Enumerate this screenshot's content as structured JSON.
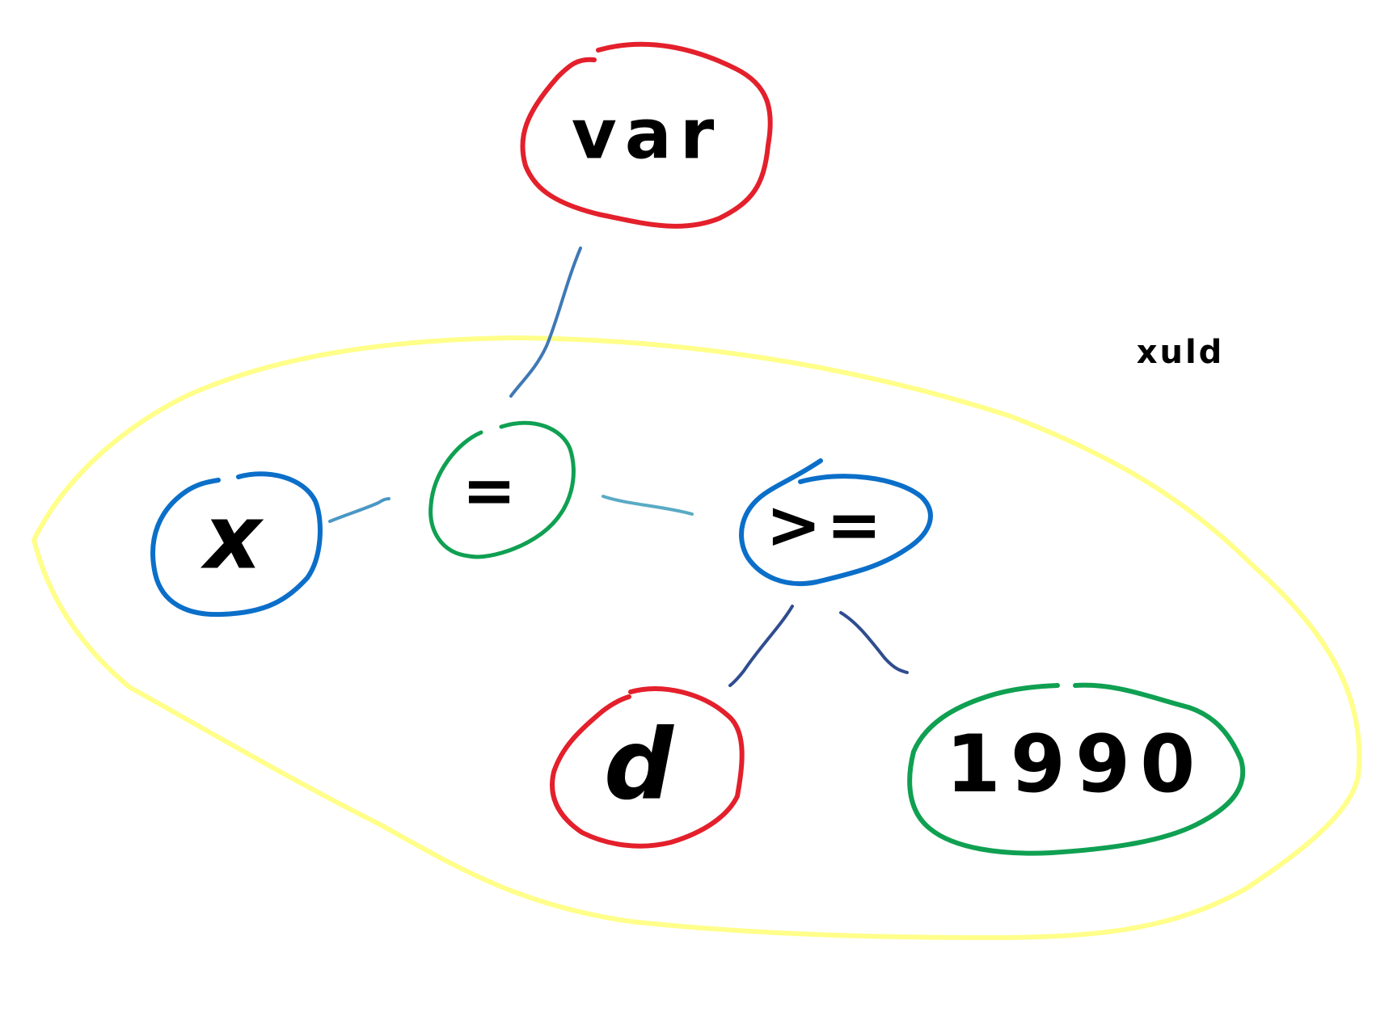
{
  "diagram": {
    "root": {
      "label": "var",
      "ring_color": "#e3202b"
    },
    "group": {
      "label": "xuld",
      "outline_color": "#ffff8a"
    },
    "nodes": {
      "assign": {
        "label": "=",
        "ring_color": "#0fa052"
      },
      "x": {
        "label": "x",
        "ring_color": "#0b6fc9"
      },
      "gte": {
        "label": ">=",
        "ring_color": "#0b6fc9"
      },
      "d": {
        "label": "d",
        "ring_color": "#e3202b"
      },
      "year": {
        "label": "1990",
        "ring_color": "#0fa052"
      }
    },
    "edge_colors": {
      "root_to_assign": "#3f78b5",
      "assign_to_x": "#4a97c4",
      "assign_to_gte": "#5aaac4",
      "gte_to_d": "#2f4d8f",
      "gte_to_year": "#2f4d8f"
    }
  }
}
